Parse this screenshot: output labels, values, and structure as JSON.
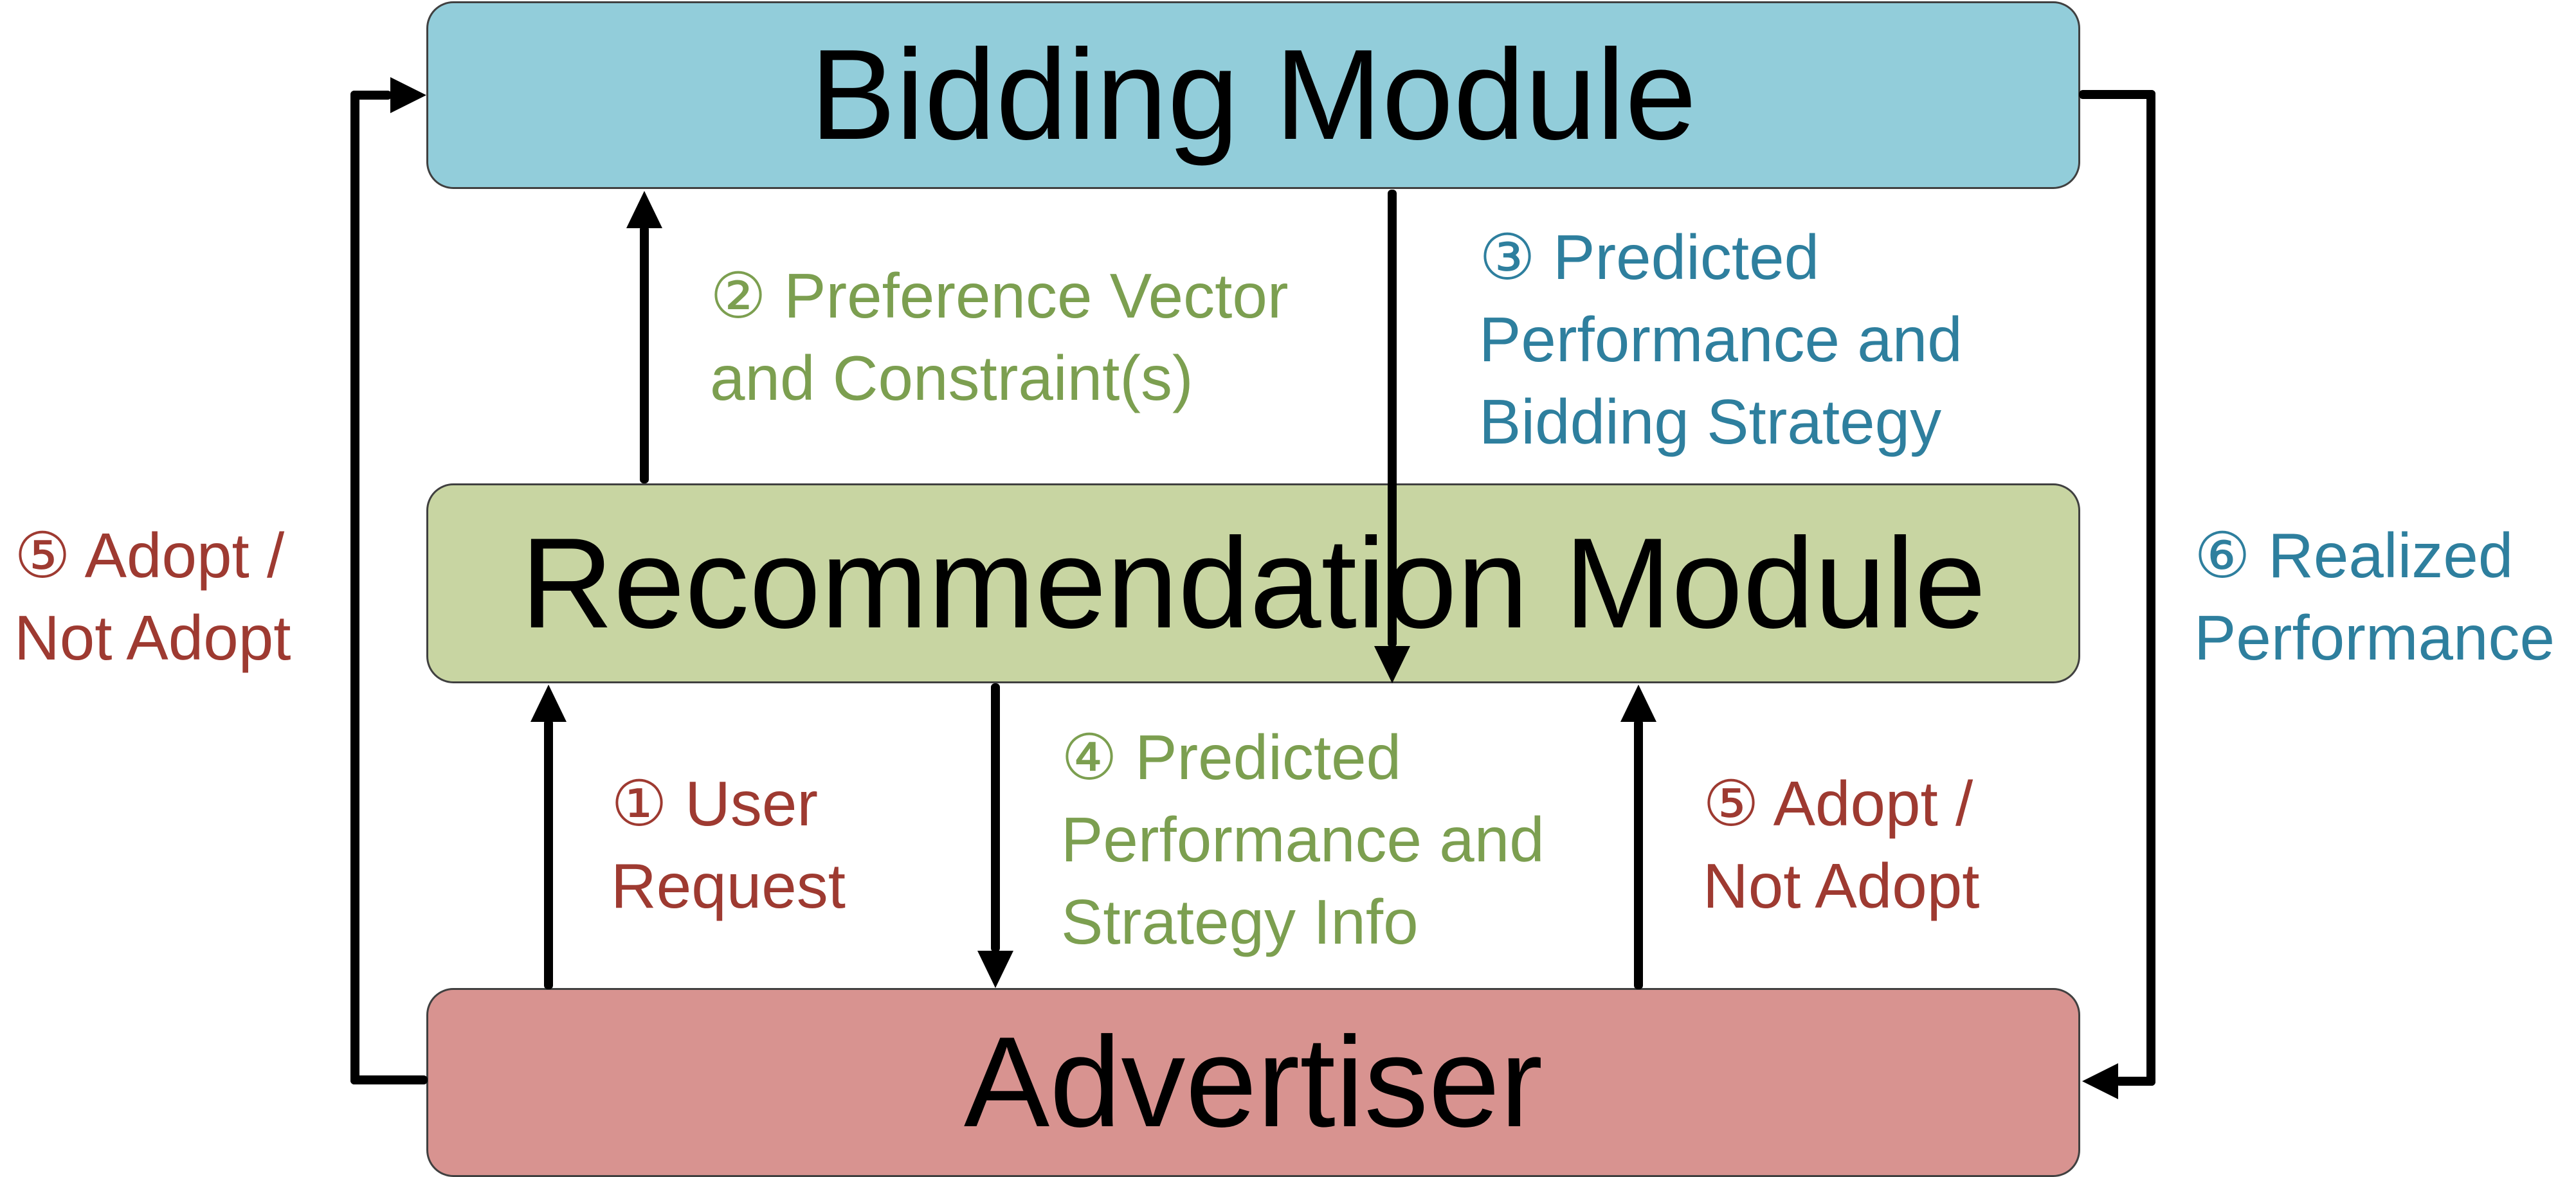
{
  "diagram": {
    "nodes": {
      "bidding": {
        "title": "Bidding Module"
      },
      "recommendation": {
        "title": "Recommendation Module"
      },
      "advertiser": {
        "title": "Advertiser"
      }
    },
    "labels": {
      "user_request": {
        "lines": [
          "① User",
          "Request"
        ]
      },
      "preference_vector": {
        "lines": [
          "② Preference Vector",
          "and Constraint(s)"
        ]
      },
      "predicted_performance_bidding": {
        "lines": [
          "③ Predicted",
          "Performance and",
          "Bidding Strategy"
        ]
      },
      "predicted_performance_strategy": {
        "lines": [
          "④ Predicted",
          "Performance and",
          "Strategy Info"
        ]
      },
      "adopt_not_adopt_left": {
        "lines": [
          "⑤ Adopt /",
          "Not Adopt"
        ]
      },
      "adopt_not_adopt_right": {
        "lines": [
          "⑤ Adopt /",
          "Not Adopt"
        ]
      },
      "realized_performance": {
        "lines": [
          "⑥ Realized",
          "Performance"
        ]
      }
    },
    "colors": {
      "bidding_fill": "#92cdda",
      "recommendation_fill": "#c8d5a2",
      "advertiser_fill": "#d89390",
      "box_border": "#404040",
      "arrow": "#000000",
      "label_green": "#7c9f50",
      "label_teal": "#2e7f9e",
      "label_red": "#9e3a31"
    }
  }
}
